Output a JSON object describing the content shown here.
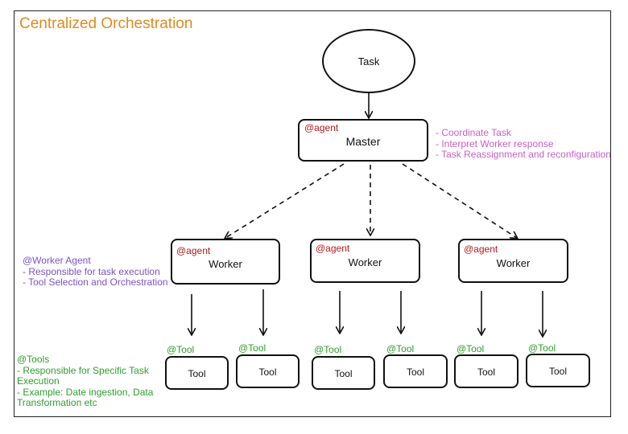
{
  "title": "Centralized Orchestration",
  "task": "Task",
  "master": {
    "tag": "@agent",
    "label": "Master"
  },
  "master_notes": [
    "- Coordinate Task",
    "- Interpret Worker response",
    "- Task Reassignment and reconfiguration"
  ],
  "workers": [
    {
      "tag": "@agent",
      "label": "Worker"
    },
    {
      "tag": "@agent",
      "label": "Worker"
    },
    {
      "tag": "@agent",
      "label": "Worker"
    }
  ],
  "worker_notes": [
    "@Worker Agent",
    "- Responsible for task execution",
    "- Tool Selection and Orchestration"
  ],
  "tools": [
    {
      "tag": "@Tool",
      "label": "Tool"
    },
    {
      "tag": "@Tool",
      "label": "Tool"
    },
    {
      "tag": "@Tool",
      "label": "Tool"
    },
    {
      "tag": "@Tool",
      "label": "Tool"
    },
    {
      "tag": "@Tool",
      "label": "Tool"
    },
    {
      "tag": "@Tool",
      "label": "Tool"
    }
  ],
  "tool_notes": [
    "@Tools",
    "- Responsible for Specific Task",
    "Execution",
    "- Example: Date ingestion, Data",
    "Transformation etc"
  ],
  "colors": {
    "title": "#e08a1e",
    "agent_tag": "#b11a1a",
    "tool_tag": "#2e9e2e",
    "master_notes": "#c660c6",
    "worker_notes": "#7b52c7"
  }
}
